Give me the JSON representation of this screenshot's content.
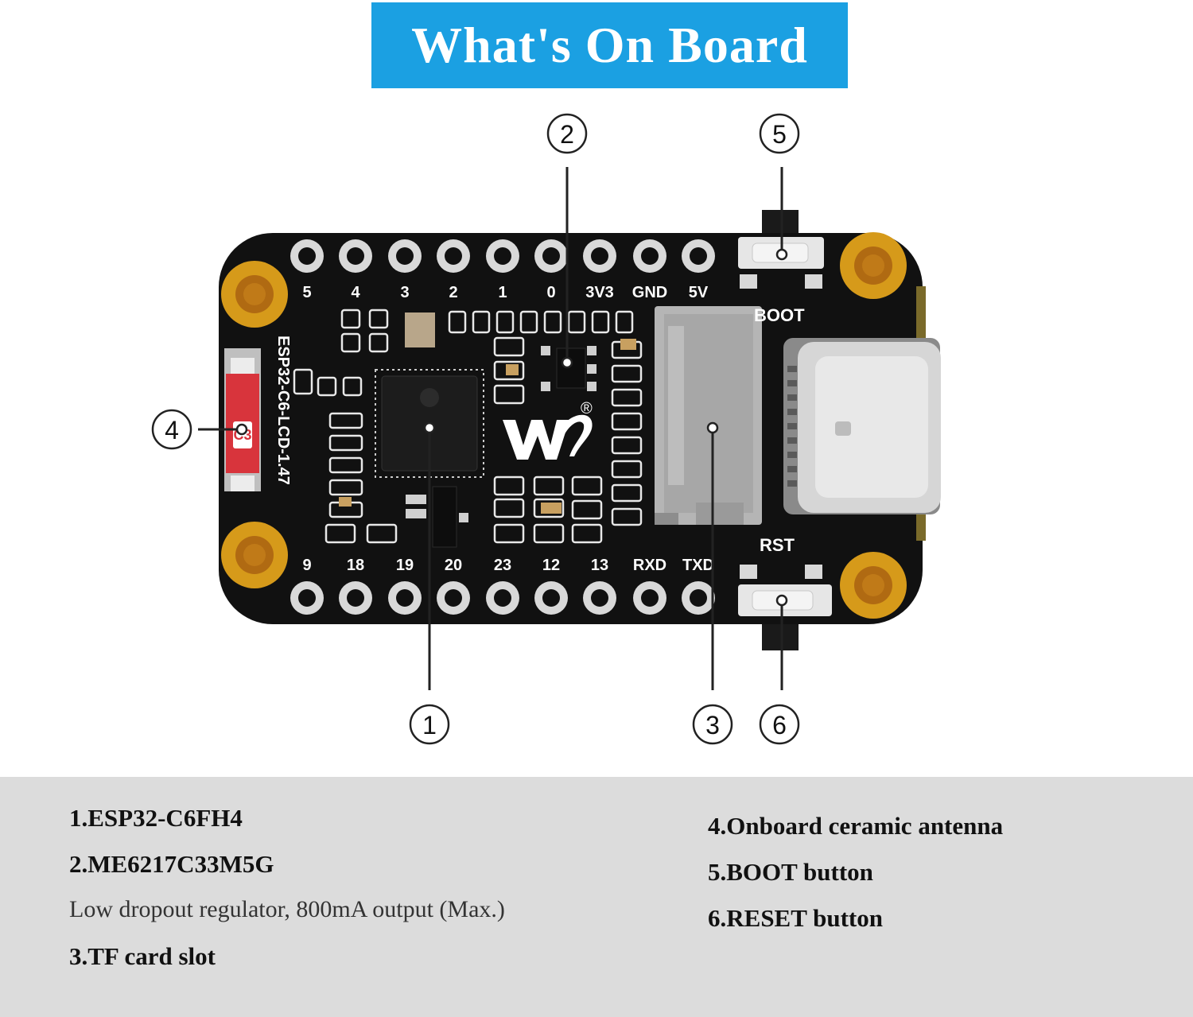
{
  "title": "What's On Board",
  "board": {
    "silkscreen_name": "ESP32-C6-LCD-1.47",
    "top_pins": [
      "5",
      "4",
      "3",
      "2",
      "1",
      "0",
      "3V3",
      "GND",
      "5V"
    ],
    "bottom_pins": [
      "9",
      "18",
      "19",
      "20",
      "23",
      "12",
      "13",
      "RXD",
      "TXD"
    ],
    "boot_label": "BOOT",
    "rst_label": "RST",
    "antenna_mark": "C3",
    "registered_mark": "®"
  },
  "callouts": [
    "1",
    "2",
    "3",
    "4",
    "5",
    "6"
  ],
  "legend": {
    "item1": "1.ESP32-C6FH4",
    "item2": "2.ME6217C33M5G",
    "item2_desc": "Low dropout regulator, 800mA output (Max.)",
    "item3": "3.TF card slot",
    "item4": "4.Onboard ceramic antenna",
    "item5": "5.BOOT button",
    "item6": "6.RESET button"
  },
  "colors": {
    "title_bg": "#1ba0e2",
    "pcb": "#111111",
    "gold": "#d69a1a",
    "antenna_red": "#d8343c",
    "panel_bg": "#dcdcdc"
  }
}
